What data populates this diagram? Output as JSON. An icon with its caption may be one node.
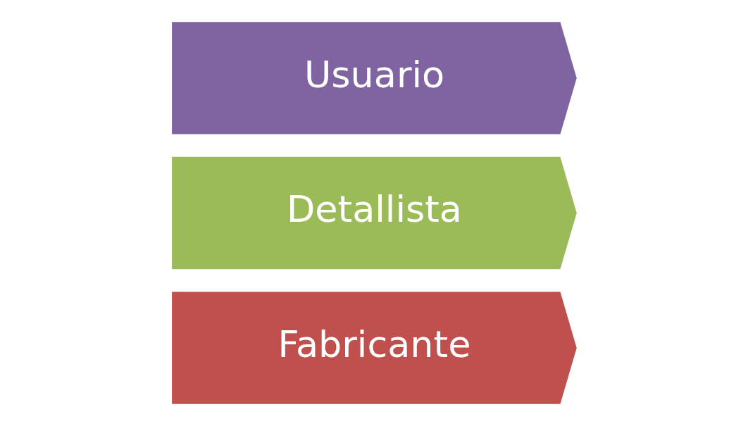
{
  "diagram": {
    "nodes": [
      {
        "text": [
          "Fabricante"
        ]
      },
      {
        "text": [
          "Detallista"
        ]
      },
      {
        "text": [
          "Usuario"
        ]
      }
    ]
  }
}
